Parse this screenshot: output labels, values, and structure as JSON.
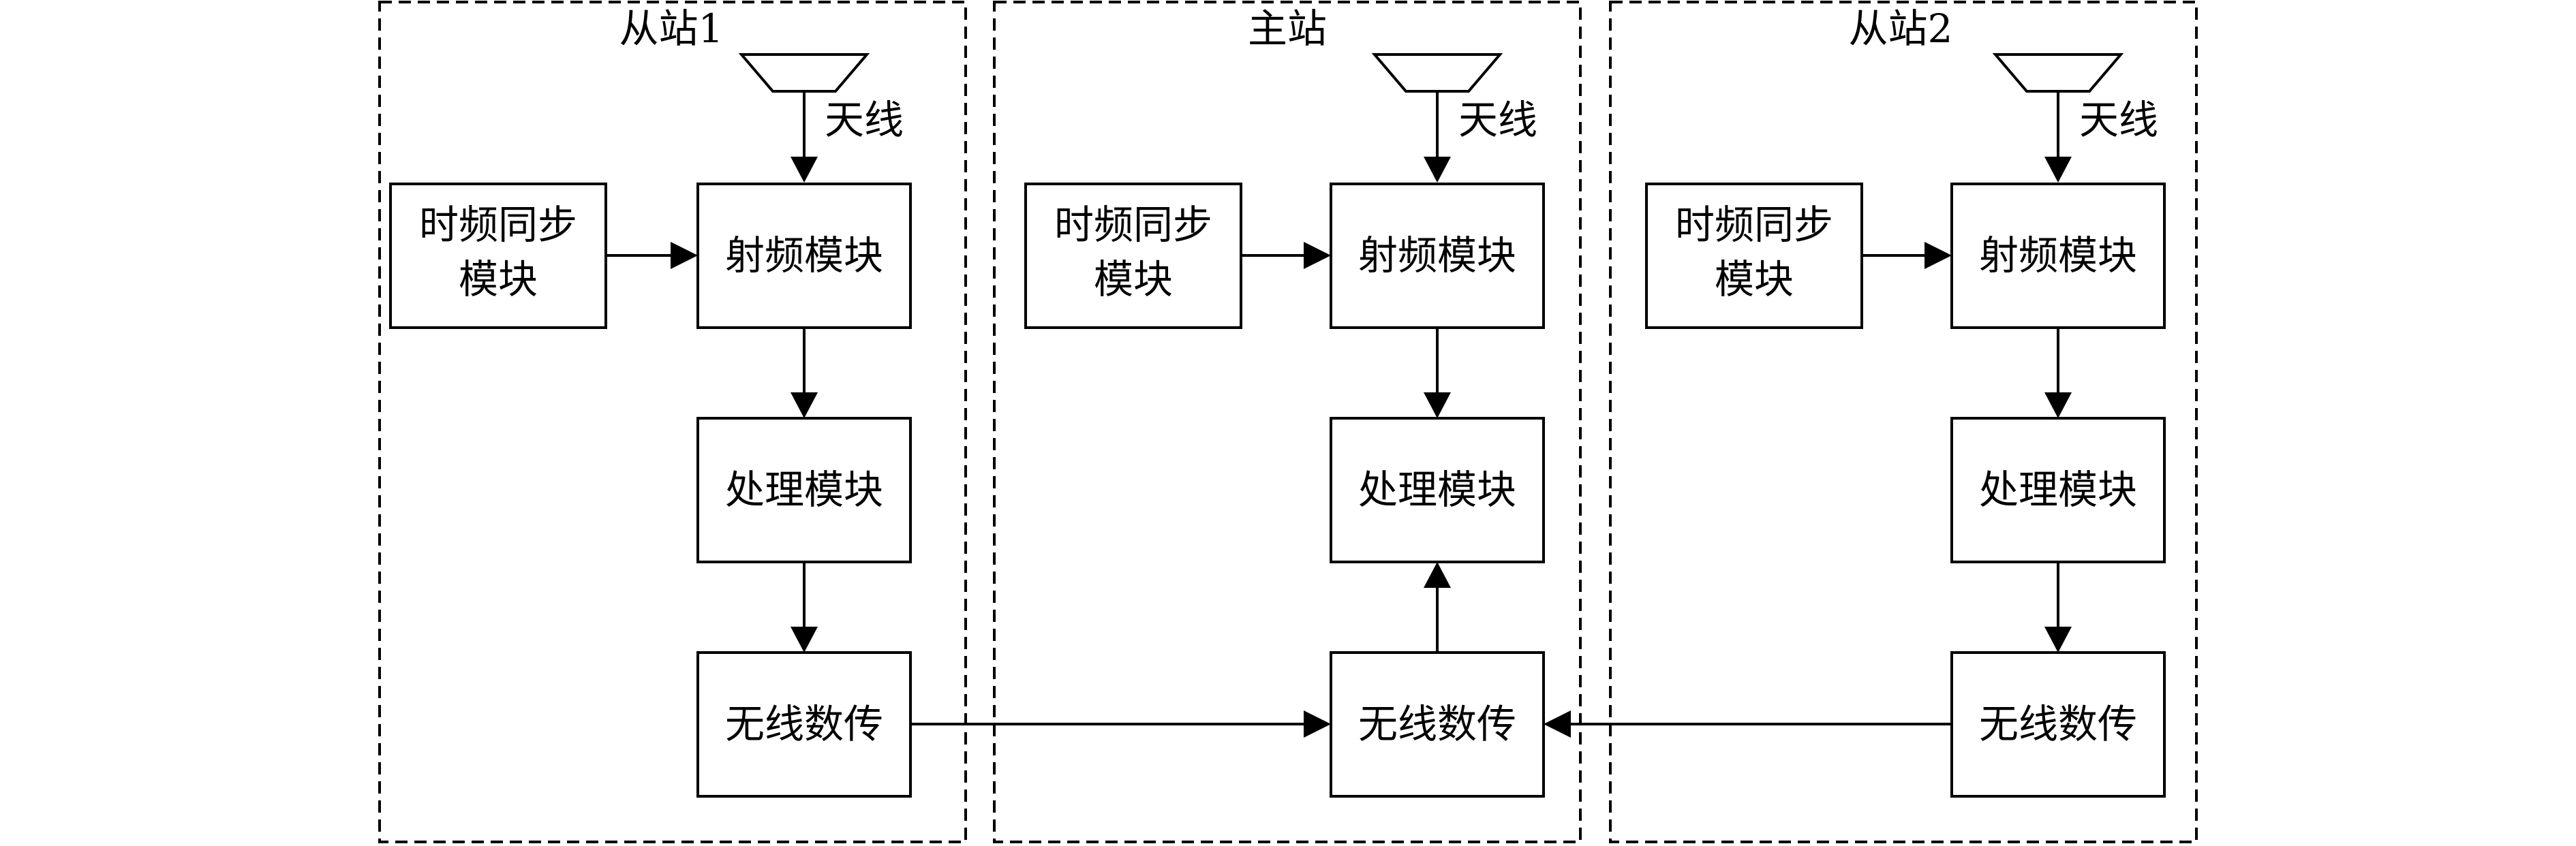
{
  "stations": [
    {
      "title": "从站1",
      "antenna_label": "天线",
      "sync_module": [
        "时频同步",
        "模块"
      ],
      "rf_module": "射频模块",
      "processing_module": "处理模块",
      "wireless_module": "无线数传"
    },
    {
      "title": "主站",
      "antenna_label": "天线",
      "sync_module": [
        "时频同步",
        "模块"
      ],
      "rf_module": "射频模块",
      "processing_module": "处理模块",
      "wireless_module": "无线数传"
    },
    {
      "title": "从站2",
      "antenna_label": "天线",
      "sync_module": [
        "时频同步",
        "模块"
      ],
      "rf_module": "射频模块",
      "processing_module": "处理模块",
      "wireless_module": "无线数传"
    }
  ]
}
